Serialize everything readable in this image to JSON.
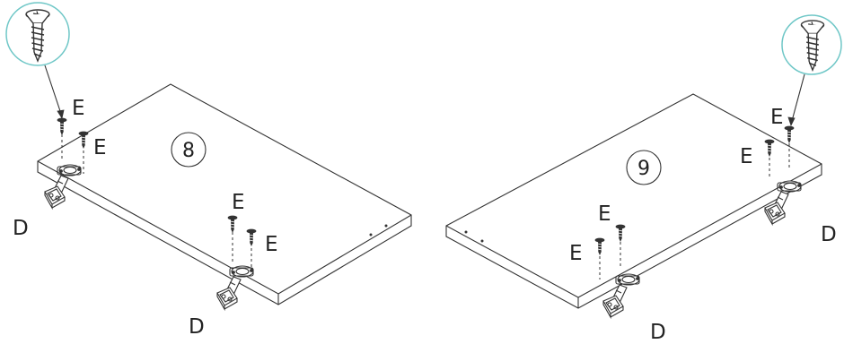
{
  "steps": [
    {
      "number": "8",
      "labels": {
        "screw_1": "E",
        "screw_2": "E",
        "screw_3": "E",
        "screw_4": "E",
        "hinge_1": "D",
        "hinge_2": "D"
      }
    },
    {
      "number": "9",
      "labels": {
        "screw_1": "E",
        "screw_2": "E",
        "screw_3": "E",
        "screw_4": "E",
        "hinge_1": "D",
        "hinge_2": "D"
      }
    }
  ],
  "icons": [
    "screw-detail-icon",
    "screw-icon",
    "hinge-icon",
    "door-panel"
  ],
  "colors": {
    "line": "#333333",
    "callout_circle": "#6fc7c7",
    "background": "#ffffff"
  }
}
